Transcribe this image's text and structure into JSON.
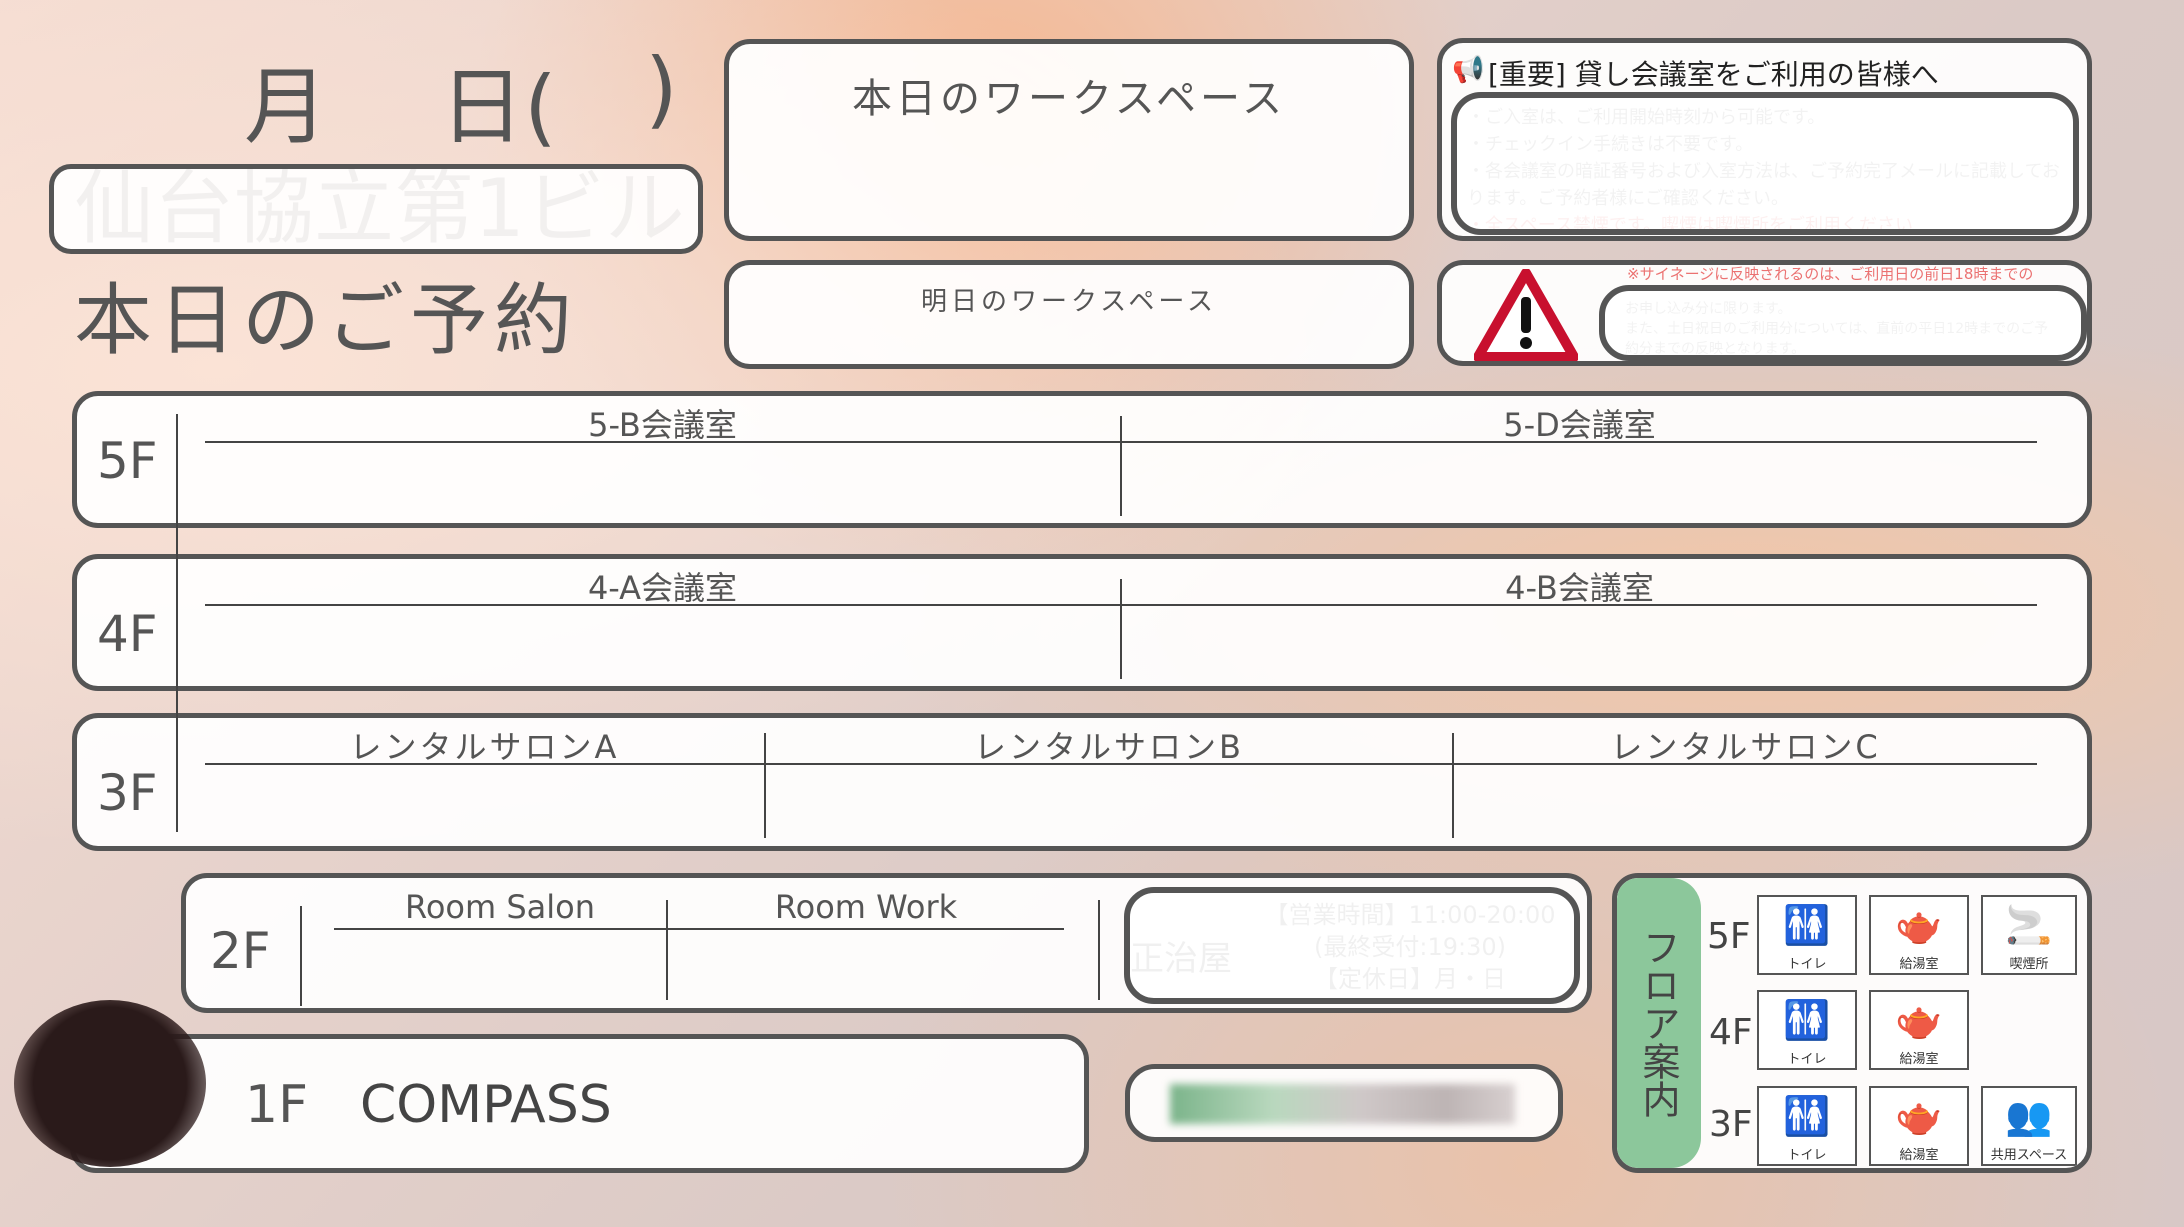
{
  "header": {
    "date_month": "月",
    "date_day": "日(",
    "date_close": ")",
    "building_name": "仙台協立第1ビル",
    "title": "本日のご予約"
  },
  "workspace": {
    "today": "本日のワークスペース",
    "tomorrow": "明日のワークスペース"
  },
  "notice": {
    "icon": "megaphone-icon",
    "title": "[重要] 貸し会議室をご利用の皆様へ",
    "lines": [
      "・ご入室は、ご利用開始時刻から可能です。",
      "・チェックイン手続きは不要です。",
      "・各会議室の暗証番号および入室方法は、ご予約完了メールに記載しております。ご予約者様にご確認ください。",
      "・全スペース禁煙です。喫煙は喫煙所をご利用ください"
    ]
  },
  "warning": {
    "icon": "warning-triangle-icon",
    "lines": [
      "※サイネージに反映されるのは、ご利用日の前日18時までの",
      "お申し込み分に限ります。",
      "また、土日祝日のご利用分については、直前の平日12時までのご予約分までの反映となります。"
    ]
  },
  "floors": {
    "f5": {
      "label": "5F",
      "rooms": [
        "5-B会議室",
        "5-D会議室"
      ]
    },
    "f4": {
      "label": "4F",
      "rooms": [
        "4-A会議室",
        "4-B会議室"
      ]
    },
    "f3": {
      "label": "3F",
      "rooms": [
        "レンタルサロンA",
        "レンタルサロンB",
        "レンタルサロンC"
      ]
    },
    "f2": {
      "label": "2F",
      "rooms": [
        "Room Salon",
        "Room Work"
      ],
      "shop": {
        "name": "正治屋",
        "hours": "【営業時間】11:00-20:00",
        "last_order": "(最終受付:19:30)",
        "closed": "【定休日】月・日"
      }
    },
    "f1": {
      "label": "1F",
      "name": "COMPASS"
    }
  },
  "floor_guide": {
    "title": "フロア案内",
    "accent": "#8cc79b",
    "rows": [
      {
        "floor": "5F",
        "items": [
          {
            "icon": "restroom-icon",
            "label": "トイレ"
          },
          {
            "icon": "teapot-icon",
            "label": "給湯室"
          },
          {
            "icon": "smoking-area-icon",
            "label": "喫煙所"
          }
        ]
      },
      {
        "floor": "4F",
        "items": [
          {
            "icon": "restroom-icon",
            "label": "トイレ"
          },
          {
            "icon": "teapot-icon",
            "label": "給湯室"
          }
        ]
      },
      {
        "floor": "3F",
        "items": [
          {
            "icon": "restroom-icon",
            "label": "トイレ"
          },
          {
            "icon": "teapot-icon",
            "label": "給湯室"
          },
          {
            "icon": "people-icon",
            "label": "共用スペース"
          }
        ]
      }
    ]
  }
}
